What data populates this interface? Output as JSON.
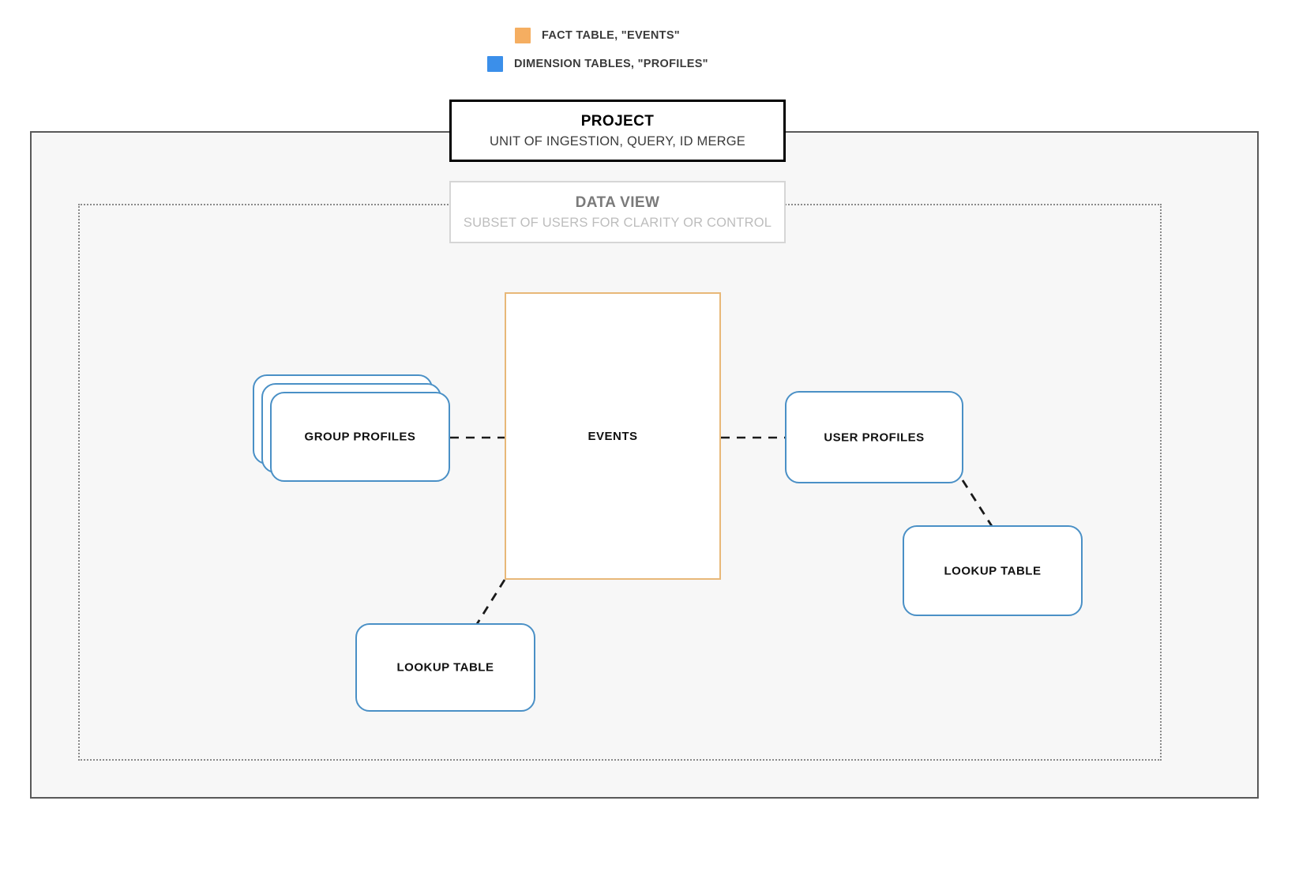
{
  "legend": {
    "items": [
      {
        "label": "FACT TABLE, \"EVENTS\"",
        "color": "#f5ae61",
        "icon": "square-swatch-icon"
      },
      {
        "label": "DIMENSION TABLES, \"PROFILES\"",
        "color": "#3b8fea",
        "icon": "square-swatch-icon"
      }
    ]
  },
  "project": {
    "title": "PROJECT",
    "subtitle": "UNIT OF INGESTION, QUERY, ID MERGE",
    "border_color": "#000000"
  },
  "dataview": {
    "title": "DATA VIEW",
    "subtitle": "SUBSET OF USERS FOR CLARITY OR CONTROL",
    "border_color": "#d6d6d6"
  },
  "nodes": {
    "events": {
      "label": "EVENTS",
      "type": "fact-table",
      "color": "#e8b878"
    },
    "group_profiles": {
      "label": "GROUP PROFILES",
      "type": "dimension-table-stack",
      "color": "#4a90c6",
      "count": 3
    },
    "user_profiles": {
      "label": "USER PROFILES",
      "type": "dimension-table",
      "color": "#4a90c6"
    },
    "lookup_table_left": {
      "label": "LOOKUP TABLE",
      "type": "dimension-table",
      "color": "#4a90c6"
    },
    "lookup_table_right": {
      "label": "LOOKUP TABLE",
      "type": "dimension-table",
      "color": "#4a90c6"
    }
  },
  "edges": [
    {
      "from": "group_profiles",
      "to": "events",
      "style": "dashed"
    },
    {
      "from": "events",
      "to": "user_profiles",
      "style": "dashed"
    },
    {
      "from": "events",
      "to": "lookup_table_left",
      "style": "dashed"
    },
    {
      "from": "user_profiles",
      "to": "lookup_table_right",
      "style": "dashed"
    }
  ],
  "colors": {
    "canvas": "#ffffff",
    "project_fill": "#f7f7f7",
    "project_border": "#595959",
    "dataview_border": "#8a8a8a",
    "edge": "#1a1a1a"
  }
}
